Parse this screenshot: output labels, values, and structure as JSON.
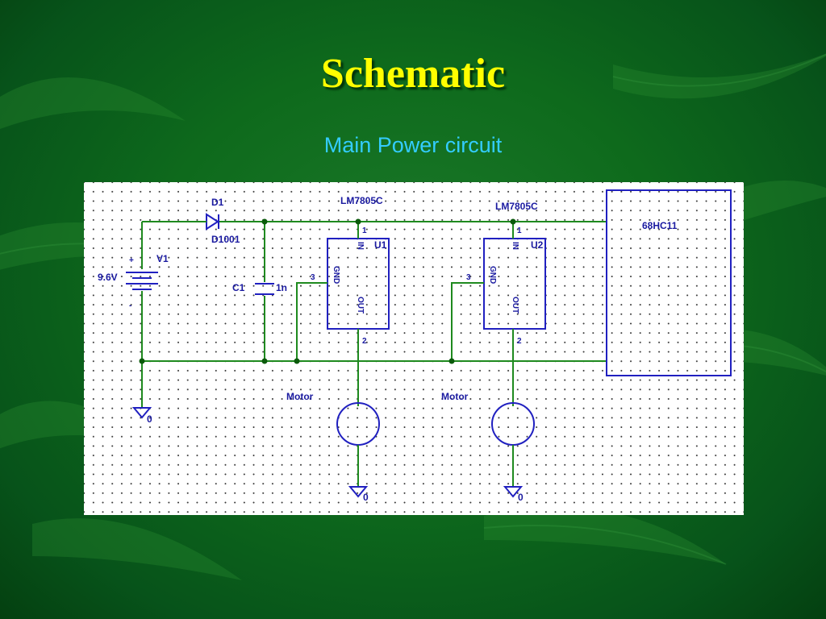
{
  "slide": {
    "title": "Schematic",
    "subtitle": "Main Power circuit"
  },
  "colors": {
    "background": "#0e6a1c",
    "title": "#ffff00",
    "subtitle": "#33ccff",
    "wire": "#1f8a1f",
    "component": "#2020c0"
  },
  "schematic": {
    "diode": {
      "ref": "D1",
      "part": "D1001"
    },
    "battery": {
      "ref": "V1",
      "value": "9.6V",
      "plus": "+",
      "minus": "-"
    },
    "capacitor": {
      "ref": "C1",
      "value": "1n"
    },
    "regulator1": {
      "part": "LM7805C",
      "ref": "U1",
      "in_label": "IN",
      "gnd_label": "GND",
      "out_label": "OUT",
      "pin1": "1",
      "pin2": "2",
      "pin3": "3"
    },
    "regulator2": {
      "part": "LM7805C",
      "ref": "U2",
      "in_label": "IN",
      "gnd_label": "GND",
      "out_label": "OUT",
      "pin1": "1",
      "pin2": "2",
      "pin3": "3"
    },
    "motor1": {
      "label": "Motor"
    },
    "motor2": {
      "label": "Motor"
    },
    "mcu": {
      "label": "68HC11"
    },
    "ground_label": "0"
  }
}
